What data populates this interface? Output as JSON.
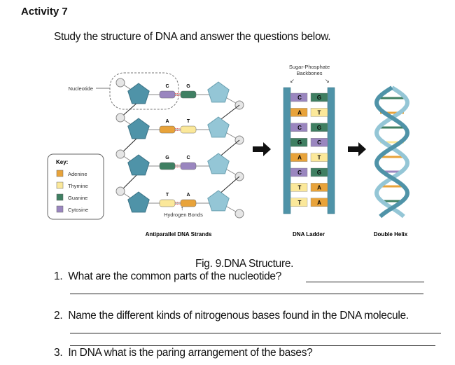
{
  "heading": "Activity 7",
  "instruction": "Study the structure of DNA and answer the questions below.",
  "figure": {
    "nucleotide_label": "Nucleotide",
    "hydrogen_bonds_label": "Hydrogen Bonds",
    "backbone_label_line1": "Sugar-Phosphate",
    "backbone_label_line2": "Backbones",
    "key": {
      "title": "Key:",
      "items": [
        {
          "label": "Adenine",
          "color": "#e8a33a"
        },
        {
          "label": "Thymine",
          "color": "#fbe89a"
        },
        {
          "label": "Guanine",
          "color": "#3f7f62"
        },
        {
          "label": "Cytosine",
          "color": "#9a86bf"
        }
      ]
    },
    "strand_pairs": [
      [
        "C",
        "G"
      ],
      [
        "A",
        "T"
      ],
      [
        "G",
        "C"
      ],
      [
        "T",
        "A"
      ]
    ],
    "ladder_pairs": [
      [
        "C",
        "G"
      ],
      [
        "A",
        "T"
      ],
      [
        "C",
        "G"
      ],
      [
        "G",
        "C"
      ],
      [
        "A",
        "T"
      ],
      [
        "C",
        "G"
      ],
      [
        "T",
        "A"
      ],
      [
        "T",
        "A"
      ]
    ],
    "panel_labels": [
      "Antiparallel DNA Strands",
      "DNA Ladder",
      "Double Helix"
    ],
    "colors": {
      "backbone_dark": "#4f93a8",
      "backbone_light": "#94c6d6",
      "phosphate": "#e6e6e6"
    },
    "caption": "Fig. 9.DNA Structure."
  },
  "questions": [
    {
      "number": "1.",
      "text": "What are the common parts of the nucleotide?"
    },
    {
      "number": "2.",
      "text": "Name the different kinds of nitrogenous bases found in the DNA molecule."
    },
    {
      "number": "3.",
      "text": "In DNA what is the paring arrangement of the bases?"
    }
  ]
}
